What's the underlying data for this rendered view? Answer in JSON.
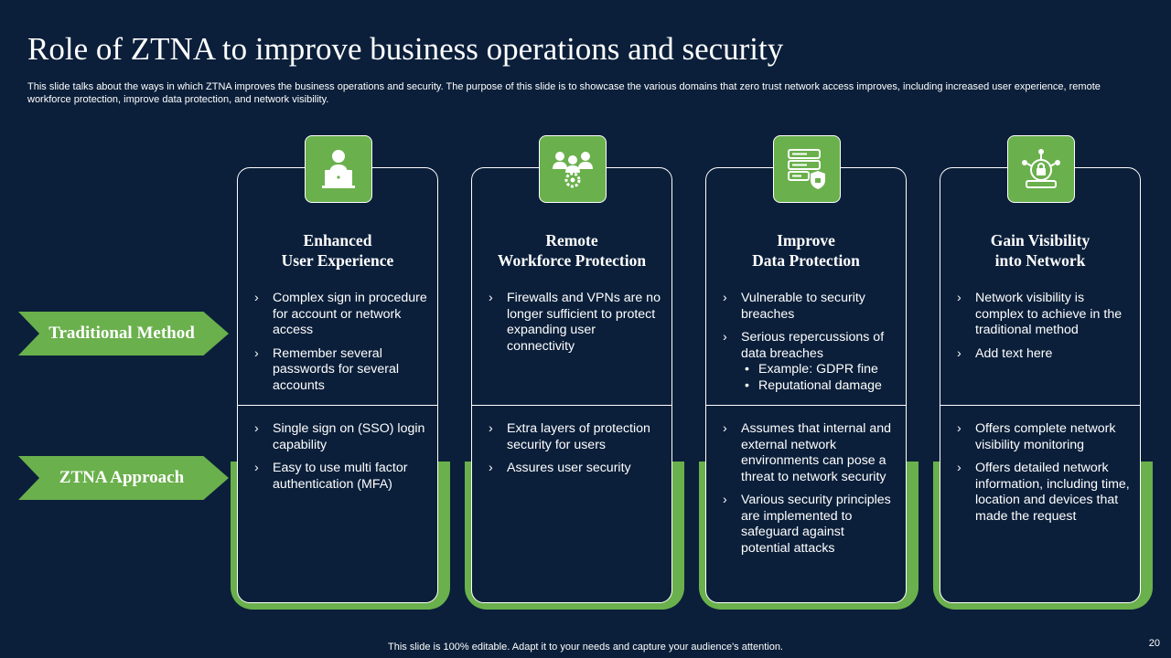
{
  "title": "Role of ZTNA to improve business operations and security",
  "subtitle": "This slide talks about the ways in which ZTNA improves the business operations and security. The purpose of this slide is to showcase the various domains that zero trust network access improves, including increased user experience, remote workforce protection, improve data protection, and network visibility.",
  "rows": {
    "traditional": "Traditional  Method",
    "ztna": "ZTNA Approach"
  },
  "columns": [
    {
      "icon": "user-laptop-icon",
      "title_line1": "Enhanced",
      "title_line2": "User Experience",
      "traditional": [
        "Complex sign in procedure for account or network access",
        "Remember several passwords for several accounts"
      ],
      "ztna": [
        "Single sign on (SSO) login capability",
        "Easy to use multi factor authentication (MFA)"
      ]
    },
    {
      "icon": "team-gear-icon",
      "title_line1": "Remote",
      "title_line2": "Workforce Protection",
      "traditional": [
        "Firewalls and VPNs are no longer sufficient to protect expanding user connectivity"
      ],
      "ztna": [
        "Extra layers of protection security for users",
        "Assures user security"
      ]
    },
    {
      "icon": "server-shield-icon",
      "title_line1": "Improve",
      "title_line2": "Data Protection",
      "traditional": [
        "Vulnerable to security breaches",
        "Serious repercussions of data breaches"
      ],
      "traditional_sub": [
        "Example: GDPR fine",
        "Reputational damage"
      ],
      "ztna": [
        "Assumes that internal and external network environments can pose a threat to network security",
        "Various security principles are implemented to safeguard against potential attacks"
      ]
    },
    {
      "icon": "network-lock-icon",
      "title_line1": "Gain Visibility",
      "title_line2": "into Network",
      "traditional": [
        "Network visibility is complex to achieve in the traditional method",
        "Add text here"
      ],
      "ztna": [
        "Offers complete network visibility monitoring",
        "Offers detailed network information, including time, location and devices that made the request"
      ]
    }
  ],
  "footer": "This slide is 100% editable. Adapt it to your needs and capture your audience's attention.",
  "page_number": "20",
  "colors": {
    "background": "#0b1f3a",
    "accent": "#6ab04c",
    "text": "#ffffff"
  }
}
